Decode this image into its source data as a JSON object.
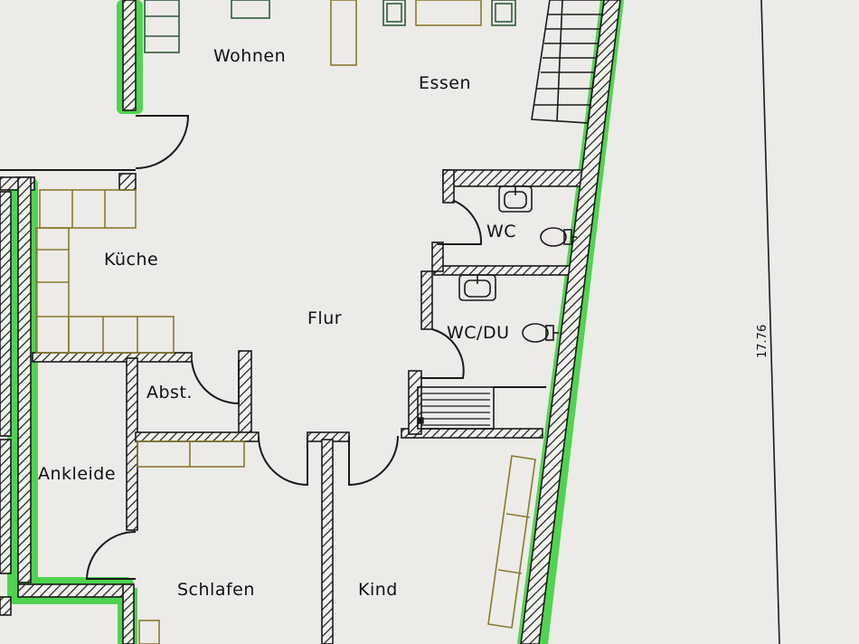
{
  "rooms": {
    "wohnen": "Wohnen",
    "essen": "Essen",
    "kueche": "Küche",
    "flur": "Flur",
    "wc": "WC",
    "wc_du": "WC/DU",
    "abst": "Abst.",
    "ankleide": "Ankleide",
    "schlafen": "Schlafen",
    "kind": "Kind"
  },
  "dimension": "17.76",
  "colors": {
    "paper": "#ecebe8",
    "line": "#1a1a1a",
    "highlight": "#3fd13f",
    "furniture": "#8a7a2e",
    "furniture_dark": "#2e5b3a"
  }
}
